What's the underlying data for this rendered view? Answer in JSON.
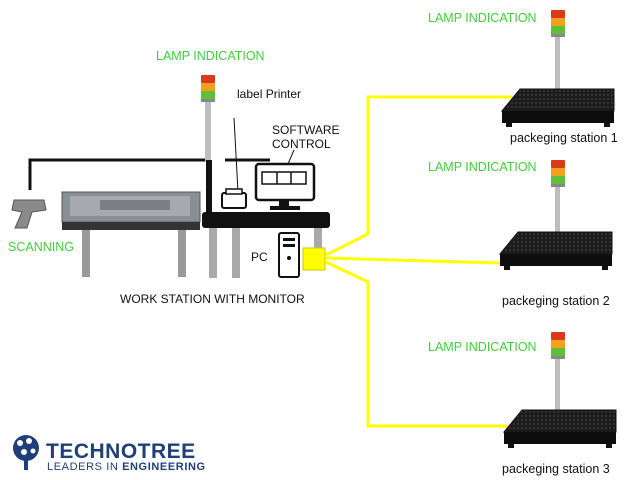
{
  "labels": {
    "lamp_main": "LAMP INDICATION",
    "lamp_station1": "LAMP INDICATION",
    "lamp_station2": "LAMP INDICATION",
    "lamp_station3": "LAMP INDICATION",
    "label_printer": "label Printer",
    "software_control_line1": "SOFTWARE",
    "software_control_line2": "CONTROL",
    "pc": "PC",
    "scanning": "SCANNING",
    "workstation": "WORK STATION WITH MONITOR",
    "station1": "packeging station 1",
    "station2": "packeging station 2",
    "station3": "packeging station 3"
  },
  "logo": {
    "name": "TECHNOTREE",
    "tagline_part1": "LEADERS IN ",
    "tagline_part2": "ENGINEERING"
  },
  "colors": {
    "lamp_label": "#3fd13a",
    "cable_yellow": "#ffff00",
    "logo_blue": "#1f3f7a"
  },
  "icons": [
    "tower-lamp-icon",
    "barcode-scanner-icon",
    "label-printer-icon",
    "monitor-icon",
    "pc-tower-icon",
    "weighing-scale-icon",
    "technotree-logo-icon"
  ]
}
